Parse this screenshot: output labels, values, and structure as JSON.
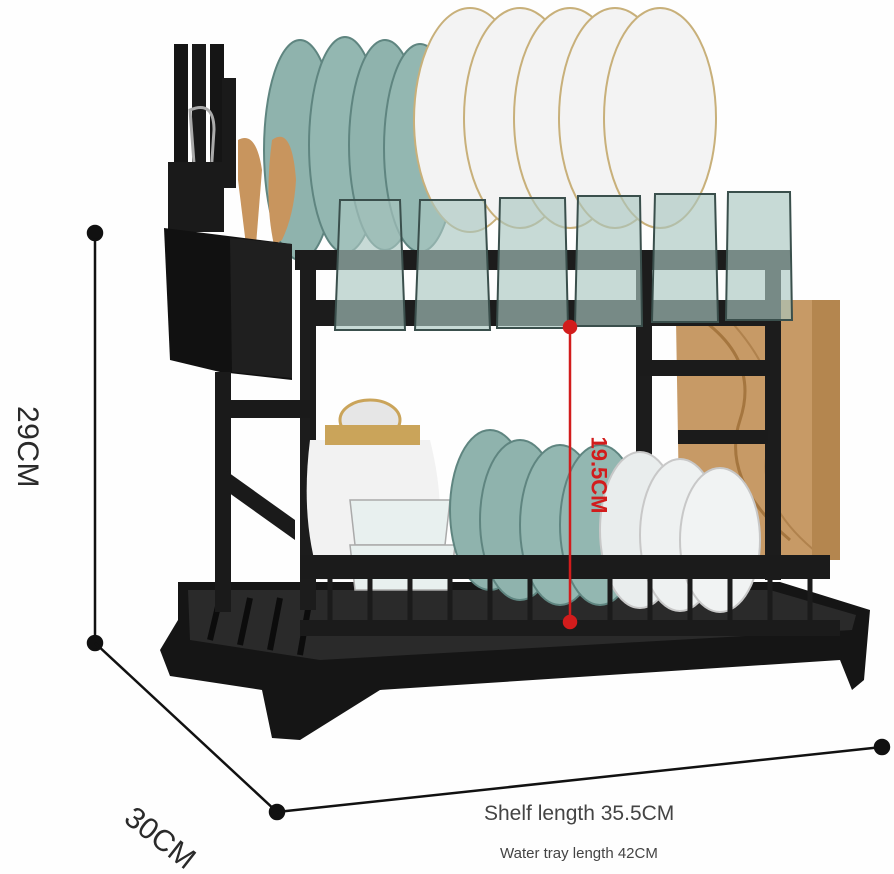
{
  "product": {
    "name": "2-tier dish drying rack",
    "color": "#1c1c1c",
    "accessories": [
      "utensil holder",
      "knife slots",
      "cup holders",
      "cutting board holder",
      "water tray"
    ]
  },
  "dimensions": {
    "height_label": "29CM",
    "depth_label": "30CM",
    "shelf_length_label": "Shelf length 35.5CM",
    "tray_length_label": "Water tray length 42CM",
    "tier_gap_label": "19.5CM"
  },
  "colors": {
    "dimension_line": "#111111",
    "tier_gap_line": "#d21c1c",
    "rack": "#1c1c1c",
    "plates_teal": "#8fb3ad",
    "plates_white": "#f2f2f2",
    "wood_board": "#c89a64",
    "utensils_gold": "#c8955e"
  }
}
